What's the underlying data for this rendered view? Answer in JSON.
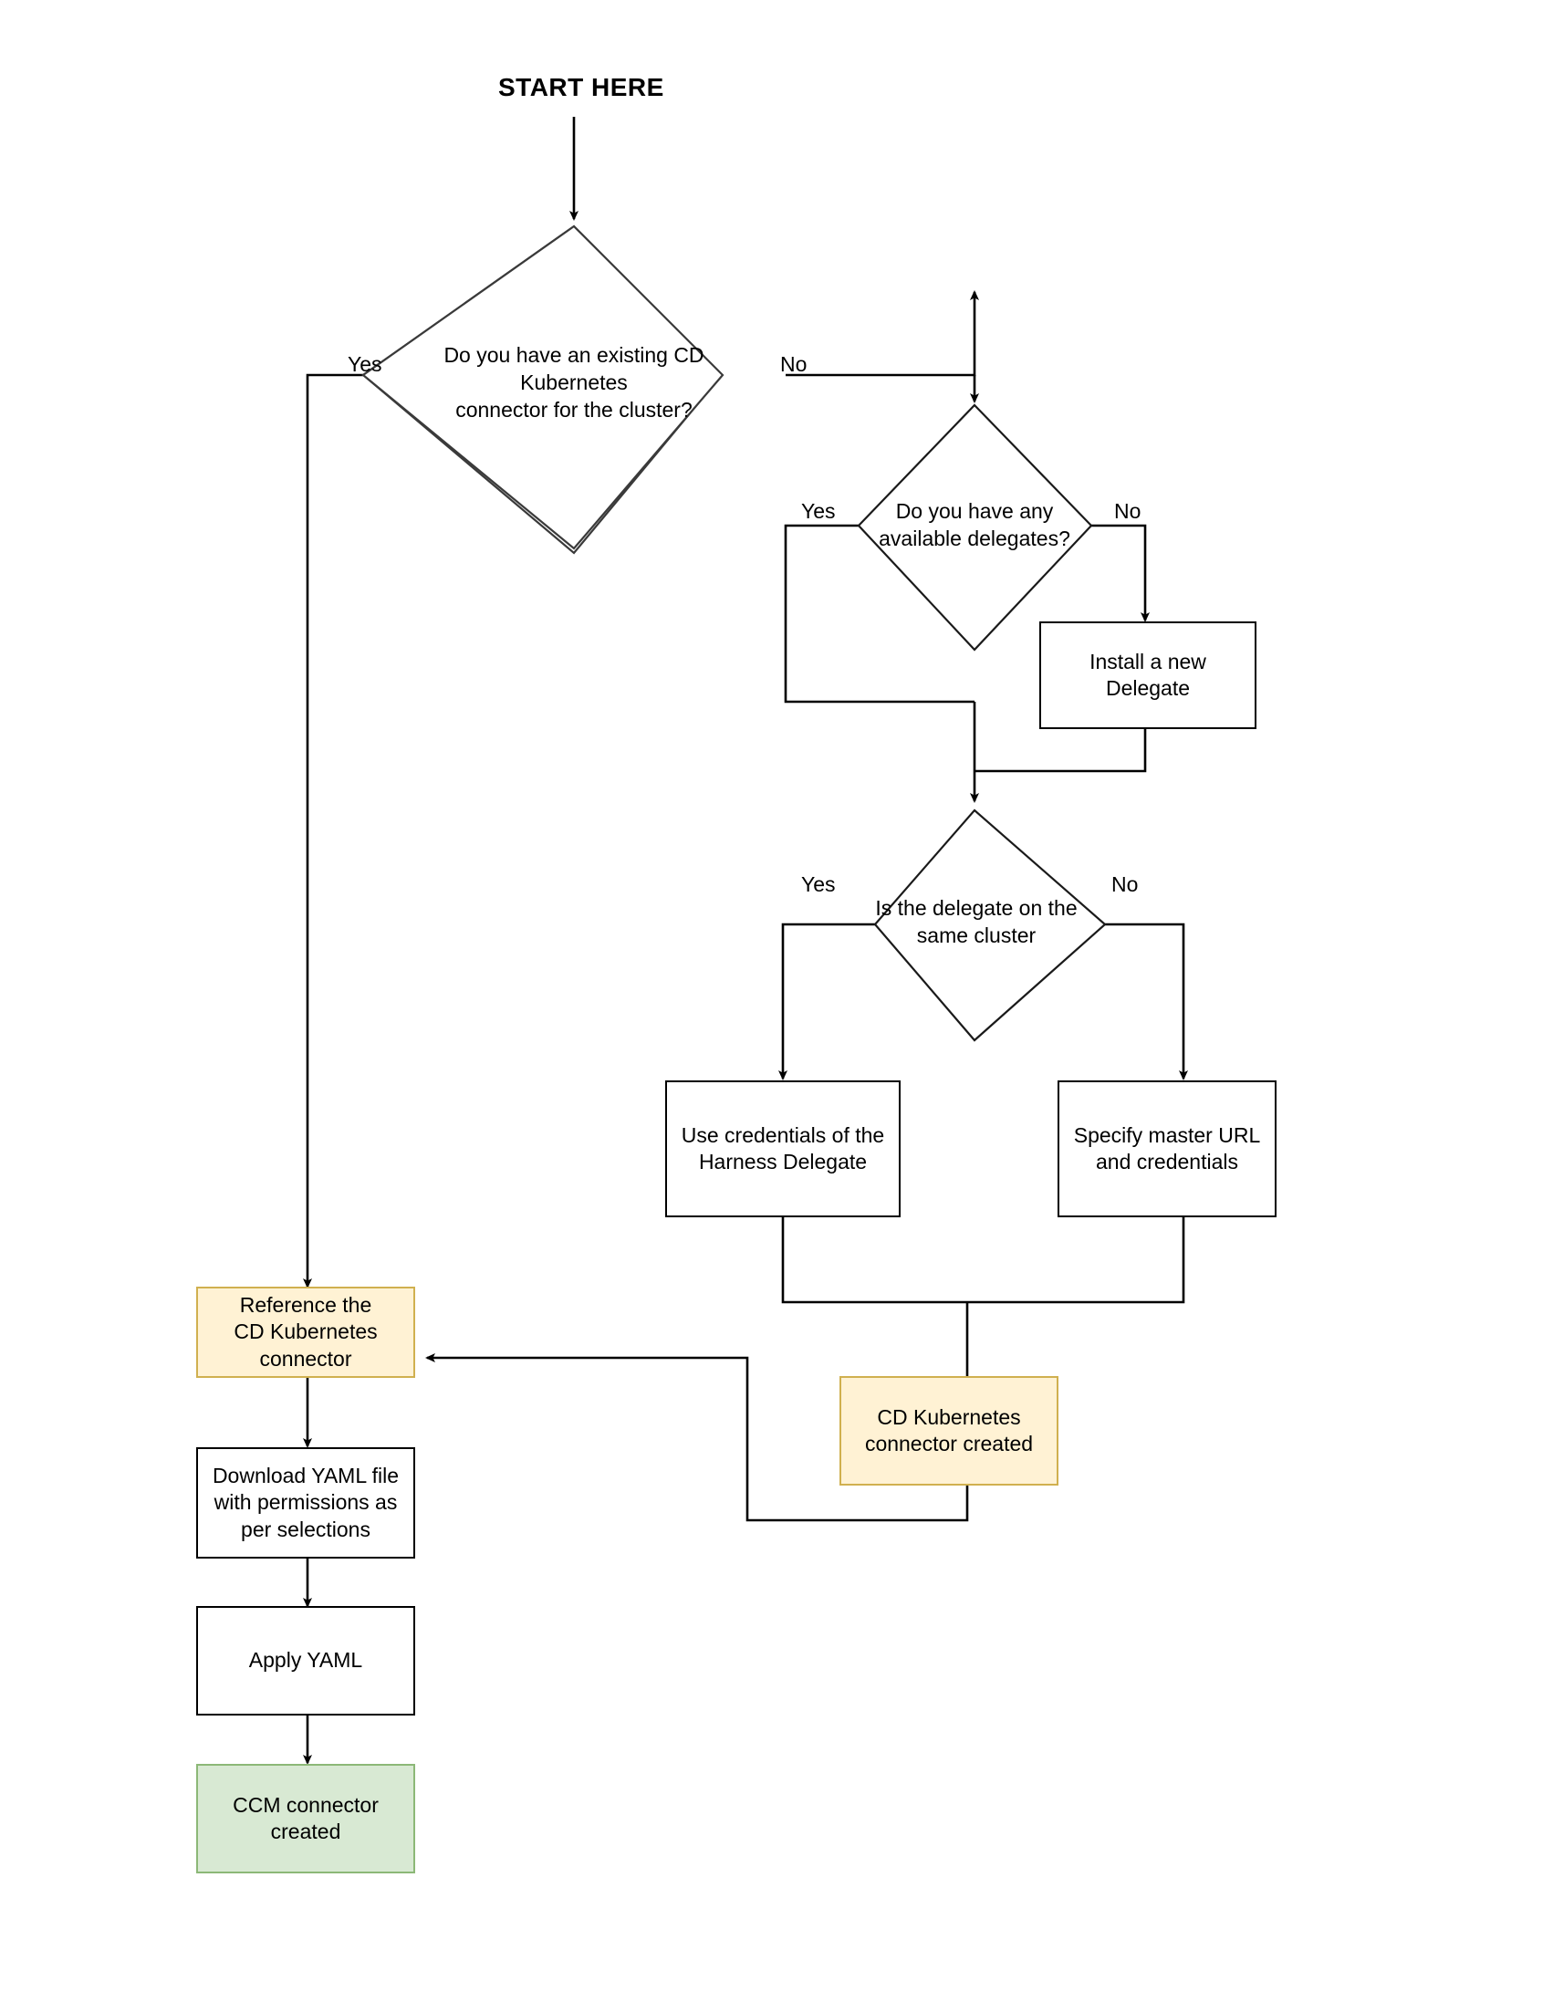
{
  "diagram": {
    "title": "START HERE",
    "type": "flowchart",
    "colors": {
      "line": "#000000",
      "box_border": "#000000",
      "box_fill": "#ffffff",
      "orange_fill": "#fff2d4",
      "orange_border": "#d0b04f",
      "green_fill": "#d8e9d3",
      "green_border": "#8cb877"
    },
    "nodes": {
      "decision_existing_connector": "Do you have an existing CD\nKubernetes\nconnector for the cluster?",
      "decision_available_delegates": "Do you have any\navailable delegates?",
      "decision_same_cluster": "Is the delegate on the\nsame cluster",
      "install_delegate": "Install a new\nDelegate",
      "use_credentials": "Use credentials of the\nHarness Delegate",
      "specify_master_url": "Specify master URL\nand credentials",
      "reference_connector": "Reference the\nCD Kubernetes\nconnector",
      "cd_connector_created": "CD Kubernetes\nconnector created",
      "download_yaml": "Download YAML file\nwith permissions as\nper selections",
      "apply_yaml": "Apply YAML",
      "ccm_connector_created": "CCM connector\ncreated"
    },
    "edge_labels": {
      "d1_yes": "Yes",
      "d1_no": "No",
      "d2_yes": "Yes",
      "d2_no": "No",
      "d3_yes": "Yes",
      "d3_no": "No"
    }
  }
}
